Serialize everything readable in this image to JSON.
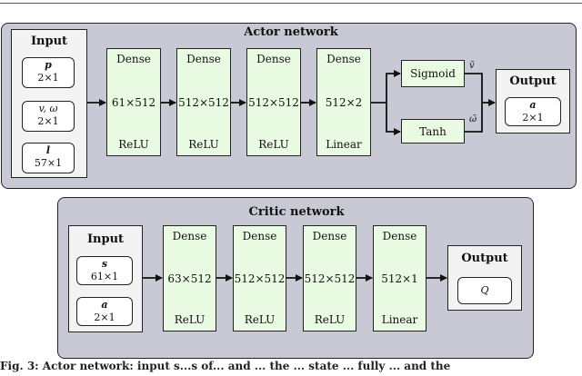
{
  "actor": {
    "title": "Actor network",
    "input": {
      "title": "Input",
      "items": [
        {
          "sym": "p",
          "dim": "2×1"
        },
        {
          "sym": "v, ω",
          "dim": "2×1"
        },
        {
          "sym": "l",
          "dim": "57×1"
        }
      ]
    },
    "layers": [
      {
        "type": "Dense",
        "shape": "61×512",
        "activation": "ReLU"
      },
      {
        "type": "Dense",
        "shape": "512×512",
        "activation": "ReLU"
      },
      {
        "type": "Dense",
        "shape": "512×512",
        "activation": "ReLU"
      },
      {
        "type": "Dense",
        "shape": "512×2",
        "activation": "Linear"
      }
    ],
    "heads": [
      {
        "label": "Sigmoid",
        "out": "v̄"
      },
      {
        "label": "Tanh",
        "out": "ω̄"
      }
    ],
    "output": {
      "title": "Output",
      "sym": "a",
      "dim": "2×1"
    }
  },
  "critic": {
    "title": "Critic network",
    "input": {
      "title": "Input",
      "items": [
        {
          "sym": "s",
          "dim": "61×1"
        },
        {
          "sym": "a",
          "dim": "2×1"
        }
      ]
    },
    "layers": [
      {
        "type": "Dense",
        "shape": "63×512",
        "activation": "ReLU"
      },
      {
        "type": "Dense",
        "shape": "512×512",
        "activation": "ReLU"
      },
      {
        "type": "Dense",
        "shape": "512×512",
        "activation": "ReLU"
      },
      {
        "type": "Dense",
        "shape": "512×1",
        "activation": "Linear"
      }
    ],
    "output": {
      "title": "Output",
      "sym": "Q"
    }
  },
  "caption": "Fig. 3: Actor network: input s...s of... and ... the ... state ... fully ... and the"
}
